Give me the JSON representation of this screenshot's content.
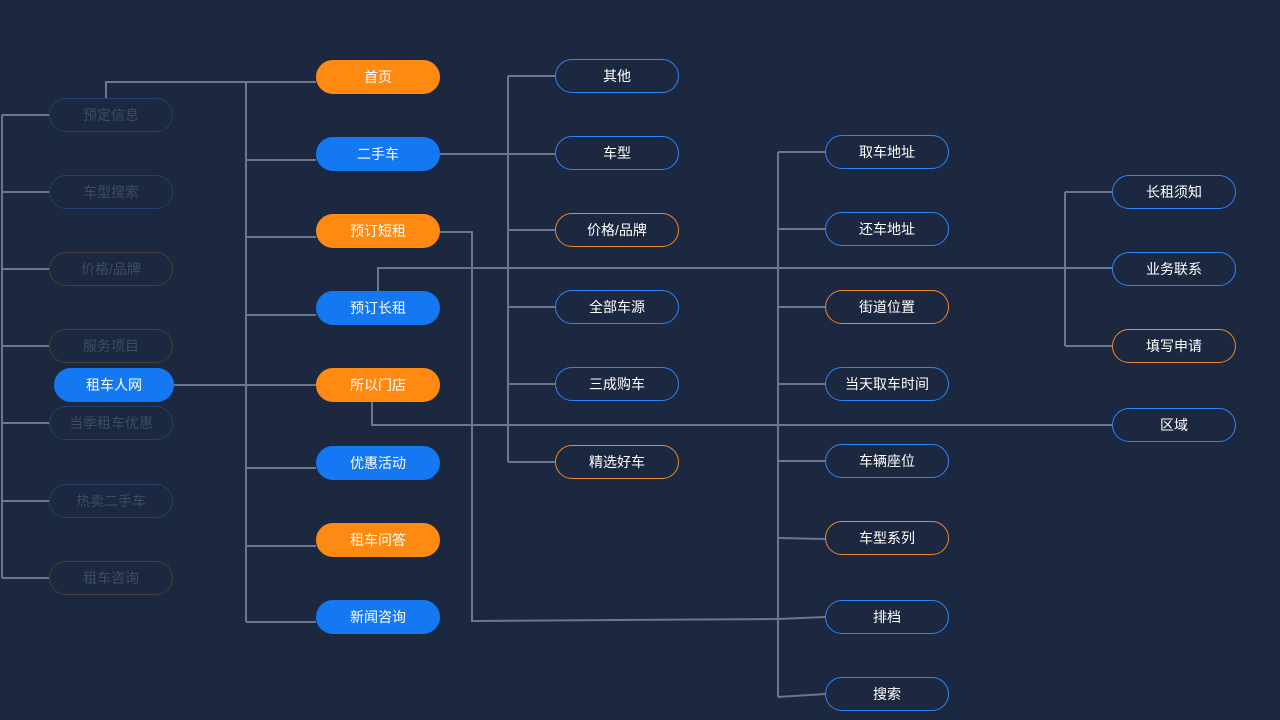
{
  "root": {
    "label": "租车人网"
  },
  "faded_items": [
    {
      "label": "预定信息",
      "style": "ghost-blue"
    },
    {
      "label": "车型搜索",
      "style": "ghost-blue"
    },
    {
      "label": "价格/品牌",
      "style": "ghost-orange"
    },
    {
      "label": "服务项目",
      "style": "ghost-orange"
    },
    {
      "label": "当季租车优惠",
      "style": "ghost-blue"
    },
    {
      "label": "热卖二手车",
      "style": "ghost-blue"
    },
    {
      "label": "租车咨询",
      "style": "ghost-orange"
    }
  ],
  "main_nav": [
    {
      "label": "首页",
      "style": "fill-orange"
    },
    {
      "label": "二手车",
      "style": "fill-blue"
    },
    {
      "label": "预订短租",
      "style": "fill-orange"
    },
    {
      "label": "预订长租",
      "style": "fill-blue"
    },
    {
      "label": "所以门店",
      "style": "fill-orange"
    },
    {
      "label": "优惠活动",
      "style": "fill-blue"
    },
    {
      "label": "租车问答",
      "style": "fill-orange"
    },
    {
      "label": "新闻咨询",
      "style": "fill-blue"
    }
  ],
  "used_car_items": [
    {
      "label": "其他",
      "style": "out-blue"
    },
    {
      "label": "车型",
      "style": "out-blue"
    },
    {
      "label": "价格/品牌",
      "style": "out-orange"
    },
    {
      "label": "全部车源",
      "style": "out-blue"
    },
    {
      "label": "三成购车",
      "style": "out-blue"
    },
    {
      "label": "精选好车",
      "style": "out-orange"
    }
  ],
  "short_rent_items": [
    {
      "label": "取车地址",
      "style": "out-blue"
    },
    {
      "label": "还车地址",
      "style": "out-blue"
    },
    {
      "label": "街道位置",
      "style": "out-orange"
    },
    {
      "label": "当天取车时间",
      "style": "out-blue"
    },
    {
      "label": "车辆座位",
      "style": "out-blue"
    },
    {
      "label": "车型系列",
      "style": "out-orange"
    },
    {
      "label": "排档",
      "style": "out-blue"
    },
    {
      "label": "搜索",
      "style": "out-blue"
    }
  ],
  "long_rent_items": [
    {
      "label": "长租须知",
      "style": "out-blue"
    },
    {
      "label": "业务联系",
      "style": "out-blue"
    },
    {
      "label": "填写申请",
      "style": "out-orange"
    }
  ],
  "store_items": [
    {
      "label": "区域",
      "style": "out-blue"
    }
  ],
  "colors": {
    "background": "#1c2740",
    "connector": "#6b778c",
    "orange": "#ff8a12",
    "blue": "#1478f2",
    "ghost_text": "#3c4c68"
  }
}
